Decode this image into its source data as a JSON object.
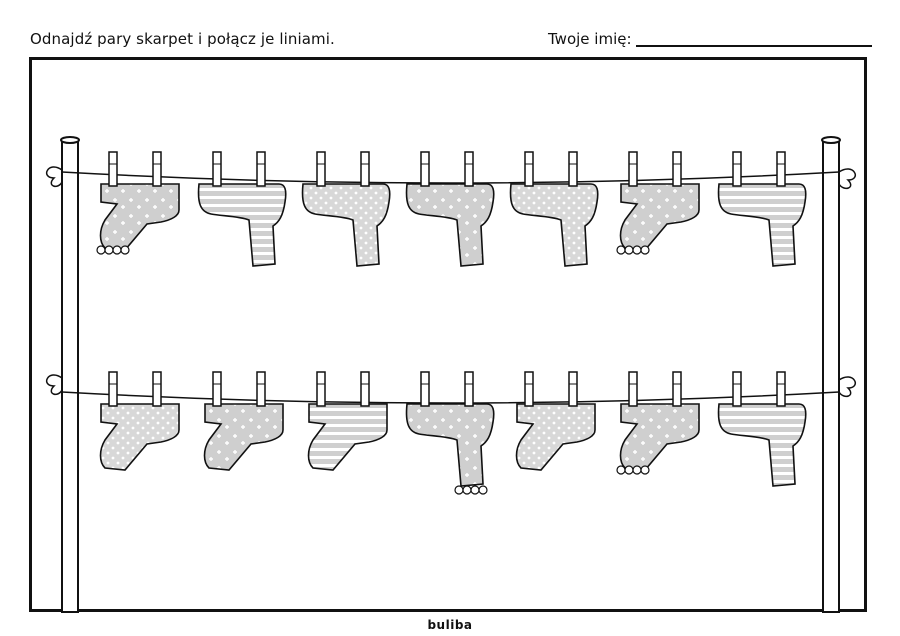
{
  "header": {
    "instruction": "Odnajdź pary skarpet i połącz je liniami.",
    "name_label": "Twoje imię:"
  },
  "footer": {
    "brand": "buliba"
  },
  "colors": {
    "sock_fill": "#cfcfcf",
    "outline": "#111111",
    "pattern": "#ffffff"
  },
  "rows": [
    {
      "socks": [
        {
          "id": 1,
          "shape": "toe-left",
          "pattern": "stars",
          "cuff": "frill"
        },
        {
          "id": 2,
          "shape": "toe-right",
          "pattern": "stripes",
          "cuff": "plain"
        },
        {
          "id": 3,
          "shape": "toe-right",
          "pattern": "dots",
          "cuff": "plain"
        },
        {
          "id": 4,
          "shape": "toe-right",
          "pattern": "stars",
          "cuff": "plain"
        },
        {
          "id": 5,
          "shape": "toe-right",
          "pattern": "dots",
          "cuff": "plain"
        },
        {
          "id": 6,
          "shape": "toe-left",
          "pattern": "stars",
          "cuff": "frill"
        },
        {
          "id": 7,
          "shape": "toe-right",
          "pattern": "stripes",
          "cuff": "plain"
        }
      ]
    },
    {
      "socks": [
        {
          "id": 8,
          "shape": "toe-left",
          "pattern": "dots",
          "cuff": "plain"
        },
        {
          "id": 9,
          "shape": "toe-left",
          "pattern": "stars",
          "cuff": "plain"
        },
        {
          "id": 10,
          "shape": "toe-left",
          "pattern": "stripes",
          "cuff": "plain"
        },
        {
          "id": 11,
          "shape": "toe-right",
          "pattern": "stars",
          "cuff": "frill"
        },
        {
          "id": 12,
          "shape": "toe-left",
          "pattern": "dots",
          "cuff": "plain"
        },
        {
          "id": 13,
          "shape": "toe-left",
          "pattern": "stars",
          "cuff": "frill"
        },
        {
          "id": 14,
          "shape": "toe-right",
          "pattern": "stripes",
          "cuff": "plain"
        }
      ]
    }
  ]
}
